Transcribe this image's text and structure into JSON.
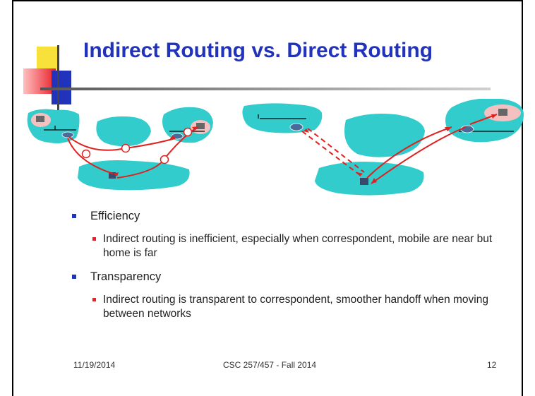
{
  "slide": {
    "title": "Indirect Routing vs. Direct Routing",
    "bullets": [
      {
        "label": "Efficiency",
        "sub": "Indirect routing is inefficient, especially when correspondent, mobile are near but home is far"
      },
      {
        "label": "Transparency",
        "sub": "Indirect routing is transparent to correspondent, smoother handoff when moving between networks"
      }
    ],
    "footer": {
      "date": "11/19/2014",
      "course": "CSC 257/457 - Fall 2014",
      "page": "12"
    }
  },
  "colors": {
    "title": "#2233bb",
    "network_cloud": "#33cccc",
    "path": "#dd2222",
    "bullet_l1": "#2233bb",
    "bullet_l2": "#e8202a"
  }
}
